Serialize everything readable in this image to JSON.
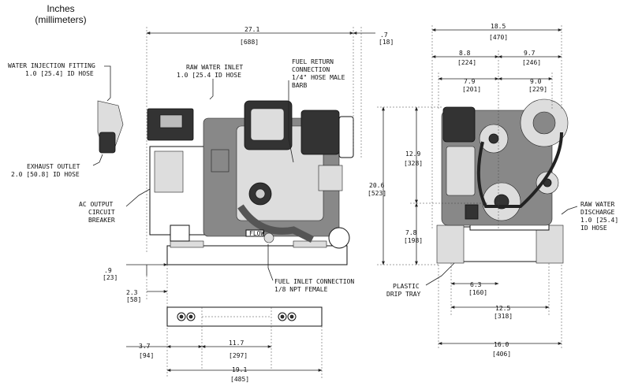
{
  "units": {
    "line1": "Inches",
    "line2": "(millimeters)"
  },
  "callouts": {
    "water_injection": {
      "line1": "WATER INJECTION FITTING",
      "line2": "1.0 [25.4] ID HOSE"
    },
    "exhaust_outlet": {
      "line1": "EXHAUST OUTLET",
      "line2": "2.0 [50.8] ID HOSE"
    },
    "ac_output": {
      "line1": "AC OUTPUT",
      "line2": "CIRCUIT",
      "line3": "BREAKER"
    },
    "raw_water_inlet": {
      "line1": "RAW WATER INLET",
      "line2": "1.0 [25.4 ID HOSE"
    },
    "fuel_return": {
      "line1": "FUEL RETURN",
      "line2": "CONNECTION",
      "line3": "1/4\" HOSE MALE",
      "line4": "BARB"
    },
    "fuel_inlet": {
      "line1": "FUEL INLET CONNECTION",
      "line2": "1/8 NPT FEMALE"
    },
    "drip_tray": {
      "line1": "PLASTIC",
      "line2": "DRIP TRAY"
    },
    "raw_water_discharge": {
      "line1": "RAW WATER",
      "line2": "DISCHARGE",
      "line3": "1.0 [25.4]",
      "line4": "ID HOSE"
    }
  },
  "dimensions": {
    "overall_length": {
      "inch": "27.1",
      "mm": "[688]"
    },
    "overhang": {
      "inch": ".7",
      "mm": "[18]"
    },
    "side_offset": {
      "inch": ".9",
      "mm": "[23]"
    },
    "rail_height": {
      "inch": "2.3",
      "mm": "[58]"
    },
    "hole_offset": {
      "inch": "3.7",
      "mm": "[94]"
    },
    "hole_spacing": {
      "inch": "11.7",
      "mm": "[297]"
    },
    "rail_length": {
      "inch": "19.1",
      "mm": "[485]"
    },
    "overall_width": {
      "inch": "18.5",
      "mm": "[470]"
    },
    "left_half_width": {
      "inch": "8.8",
      "mm": "[224]"
    },
    "right_half_width": {
      "inch": "9.7",
      "mm": "[246]"
    },
    "left_inner": {
      "inch": "7.9",
      "mm": "[201]"
    },
    "right_inner": {
      "inch": "9.0",
      "mm": "[229]"
    },
    "upper_height": {
      "inch": "12.9",
      "mm": "[328]"
    },
    "overall_height": {
      "inch": "20.6",
      "mm": "[523]"
    },
    "lower_height": {
      "inch": "7.8",
      "mm": "[198]"
    },
    "center_offset": {
      "inch": "6.3",
      "mm": "[160]"
    },
    "mount_spacing": {
      "inch": "12.5",
      "mm": "[318]"
    },
    "base_width": {
      "inch": "16.0",
      "mm": "[406]"
    }
  },
  "labels": {
    "flow": "FLOW"
  },
  "colors": {
    "line": "#222222",
    "engine_dark": "#333333",
    "engine_mid": "#888888",
    "engine_light": "#dddddd"
  }
}
